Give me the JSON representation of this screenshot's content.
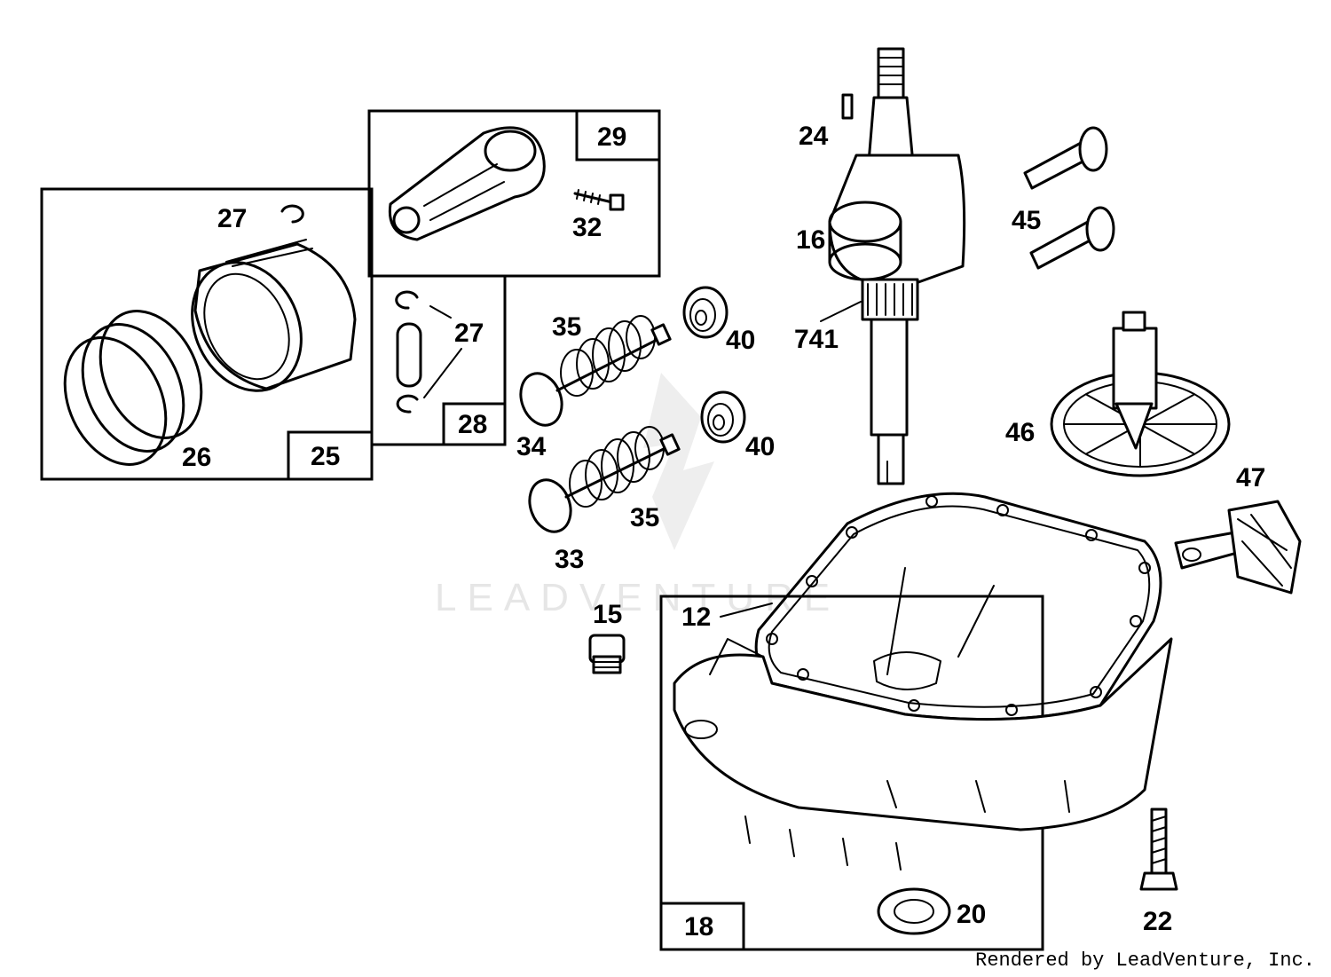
{
  "diagram": {
    "watermark": "LEADVENTURE",
    "credit": "Rendered by LeadVenture, Inc.",
    "boxes": {
      "b25": "25",
      "b28": "28",
      "b29": "29",
      "b18": "18"
    },
    "callouts": {
      "c27a": "27",
      "c26": "26",
      "c27b": "27",
      "c32": "32",
      "c35a": "35",
      "c40a": "40",
      "c34": "34",
      "c40b": "40",
      "c35b": "35",
      "c33": "33",
      "c24": "24",
      "c16": "16",
      "c741": "741",
      "c45": "45",
      "c46": "46",
      "c47": "47",
      "c15": "15",
      "c12": "12",
      "c20": "20",
      "c22": "22"
    }
  }
}
